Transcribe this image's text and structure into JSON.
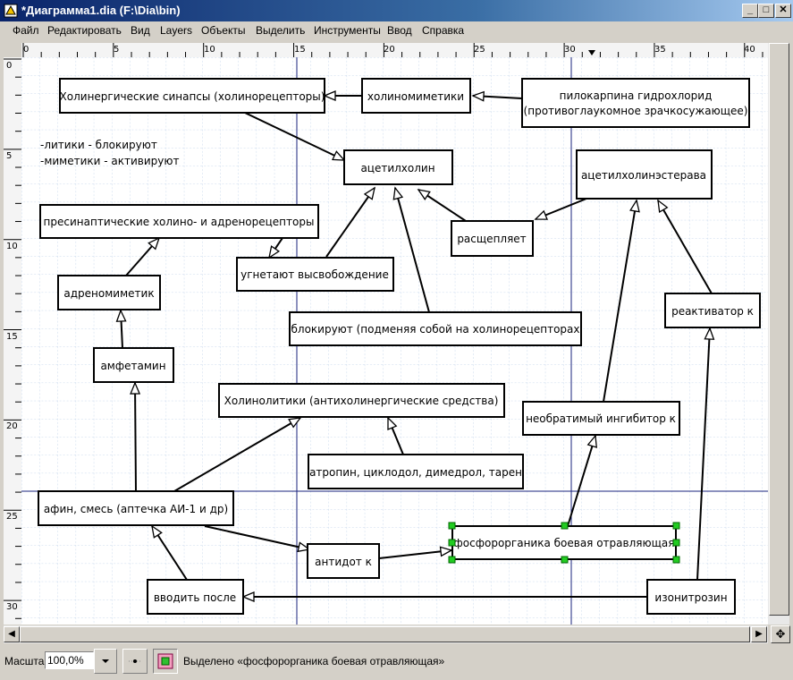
{
  "window": {
    "title": "*Диаграмма1.dia (F:\\Dia\\bin)",
    "minimize_glyph": "_",
    "maximize_glyph": "□",
    "close_glyph": "✕"
  },
  "menu": [
    "Файл",
    "Редактировать",
    "Вид",
    "Layers",
    "Объекты",
    "Выделить",
    "Инструменты",
    "Ввод",
    "Справка"
  ],
  "ruler": {
    "top_labels": [
      "0",
      "5",
      "10",
      "15",
      "20",
      "25",
      "30",
      "35",
      "40"
    ],
    "left_labels": [
      "0",
      "5",
      "10",
      "15",
      "20",
      "25",
      "30"
    ]
  },
  "notes": {
    "line1": "-литики - блокируют",
    "line2": "-миметики - активируют"
  },
  "nodes": [
    {
      "id": "n1",
      "text": "Холинергические синапсы (холинорецепторы)"
    },
    {
      "id": "n2",
      "text": "холиномиметики"
    },
    {
      "id": "n3",
      "text": "пилокарпина гидрохлорид",
      "text2": "(противоглаукомное зрачкосужающее)"
    },
    {
      "id": "n4",
      "text": "ацетилхолин"
    },
    {
      "id": "n5",
      "text": "ацетилхолинэстерава"
    },
    {
      "id": "n6",
      "text": "пресинаптические холино- и адренорецепторы"
    },
    {
      "id": "n7",
      "text": "расщепляет"
    },
    {
      "id": "n8",
      "text": "угнетают высвобождение"
    },
    {
      "id": "n9",
      "text": "адреномиметик"
    },
    {
      "id": "n10",
      "text": "реактиватор к"
    },
    {
      "id": "n11",
      "text": "блокируют (подменяя собой на холинорецепторах"
    },
    {
      "id": "n12",
      "text": "амфетамин"
    },
    {
      "id": "n13",
      "text": "Холинолитики (антихолинергические средства)"
    },
    {
      "id": "n14",
      "text": "необратимый ингибитор к"
    },
    {
      "id": "n15",
      "text": "атропин, циклодол, димедрол, тарен"
    },
    {
      "id": "n16",
      "text": "афин, смесь (аптечка АИ-1 и др)"
    },
    {
      "id": "n17",
      "text": "фосфорорганика боевая отравляющая"
    },
    {
      "id": "n18",
      "text": "антидот к"
    },
    {
      "id": "n19",
      "text": "вводить после"
    },
    {
      "id": "n20",
      "text": "изонитрозин"
    }
  ],
  "status": {
    "zoom_label": "Масштаб",
    "zoom_value": "100,0%",
    "message": "Выделено «фосфорорганика боевая отравляющая»"
  }
}
